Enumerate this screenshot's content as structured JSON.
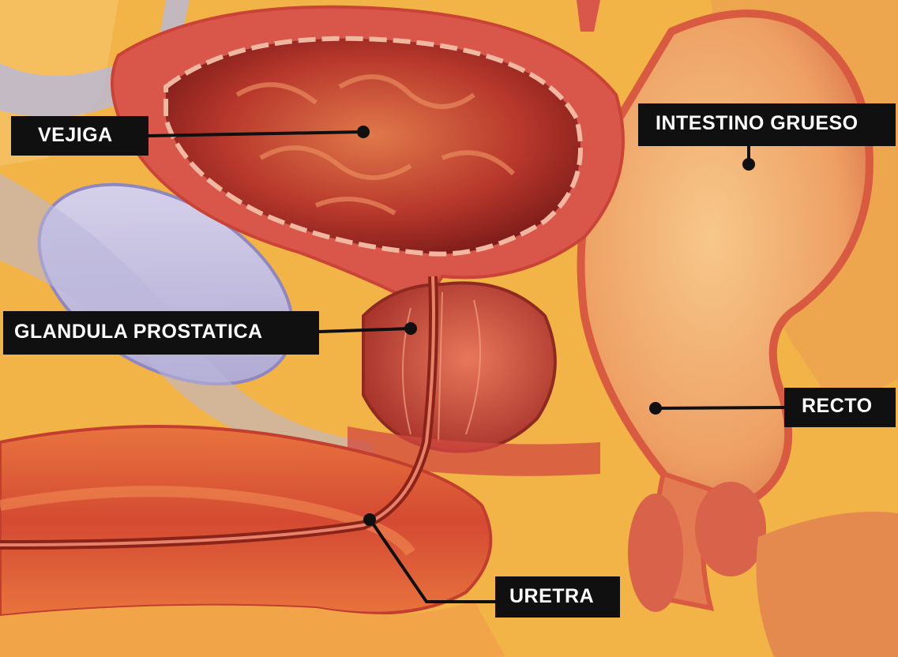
{
  "labels": {
    "vejiga": "VEJIGA",
    "intestino": "INTESTINO GRUESO",
    "glandula": "GLANDULA PROSTATICA",
    "recto": "RECTO",
    "uretra": "URETRA"
  },
  "colors": {
    "background": "#f2b347",
    "bladder_wall": "#d9564a",
    "bladder_lumen": "#a8302a",
    "tissue_orange": "#e06a3c",
    "prostate": "#c94836",
    "seminal_vesicle": "#c9c2e0",
    "label_bg": "#101010",
    "label_text": "#ffffff"
  }
}
